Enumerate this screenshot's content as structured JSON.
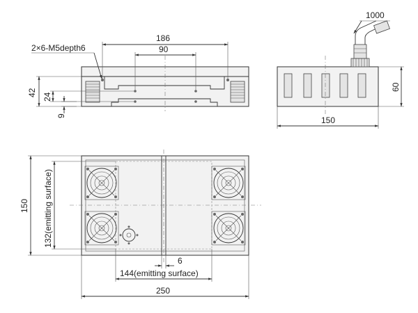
{
  "labels": {
    "cable_length": "1000",
    "thread_spec": "2×6-M5depth6",
    "dim_186": "186",
    "dim_90": "90",
    "dim_42": "42",
    "dim_24": "24",
    "dim_9": "9",
    "dim_60": "60",
    "dim_150_side": "150",
    "dim_150_bottom": "150",
    "dim_132": "132(emitting surface)",
    "dim_6": "6",
    "dim_144": "144(emitting surface)",
    "dim_250": "250"
  }
}
